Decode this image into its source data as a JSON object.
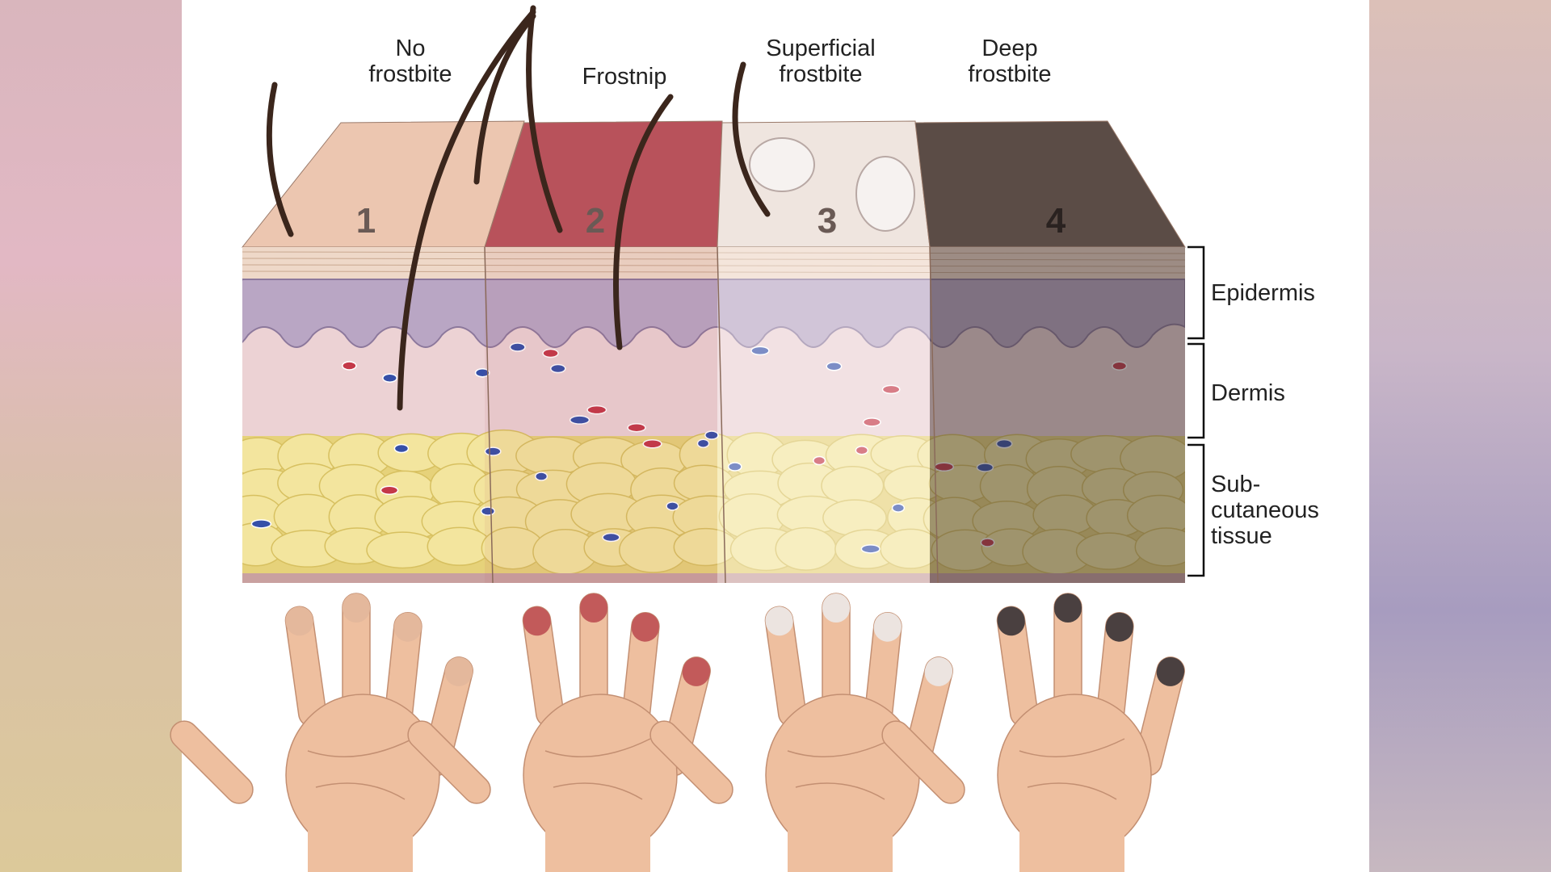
{
  "stages": [
    {
      "number": "1",
      "label_lines": [
        "No",
        "frostbite"
      ],
      "top_color": "#ecc6b0",
      "tint": "#000000",
      "tint_opacity": 0,
      "tip_color": "#e4b89c"
    },
    {
      "number": "2",
      "label_lines": [
        "Frostnip"
      ],
      "top_color": "#b8525b",
      "tint": "#b8525b",
      "tint_opacity": 0.08,
      "tip_color": "#c25a5a"
    },
    {
      "number": "3",
      "label_lines": [
        "Superficial",
        "frostbite"
      ],
      "top_color": "#efe5df",
      "tint": "#ffffff",
      "tint_opacity": 0.35,
      "tip_color": "#ece4e0"
    },
    {
      "number": "4",
      "label_lines": [
        "Deep",
        "frostbite"
      ],
      "top_color": "#5b4c46",
      "tint": "#3a3030",
      "tint_opacity": 0.45,
      "tip_color": "#4a4040"
    }
  ],
  "layers": [
    {
      "label_lines": [
        "Epidermis"
      ]
    },
    {
      "label_lines": [
        "Dermis"
      ]
    },
    {
      "label_lines": [
        "Sub-",
        "cutaneous",
        "tissue"
      ]
    }
  ],
  "colors": {
    "epidermis": "#b9a6c4",
    "dermis": "#ecd2d4",
    "fat": "#f3e59e",
    "hair": "#3b261c"
  }
}
